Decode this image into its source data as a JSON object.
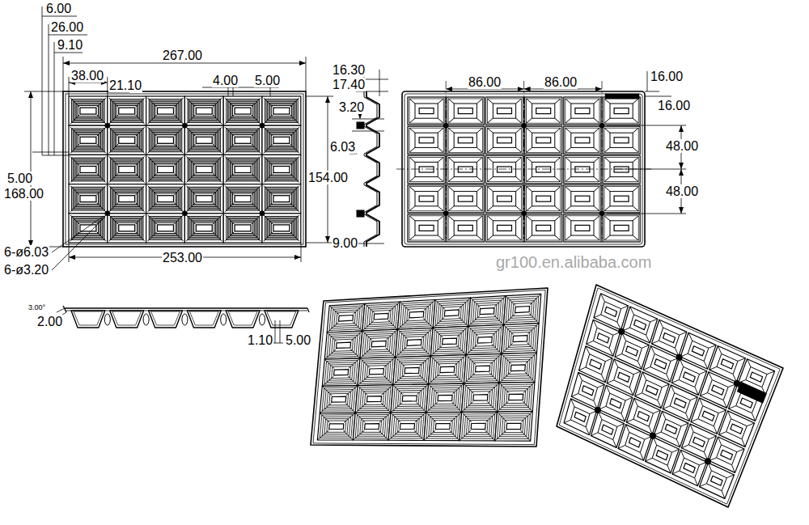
{
  "diagram": {
    "labels": [
      "6.00",
      "26.00",
      "9.10",
      "267.00",
      "38.00",
      "21.10",
      "4.00",
      "5.00",
      "5.00",
      "168.00",
      "154.00",
      "6-ø6.03",
      "6-ø3.20",
      "253.00",
      "16.30",
      "17.40",
      "3.20",
      "6.03",
      "9.00",
      "86.00",
      "86.00",
      "16.00",
      "16.00",
      "48.00",
      "48.00",
      "gr100.en.alibaba.com",
      "3.00°",
      "2.00",
      "1.10",
      "5.00"
    ]
  }
}
